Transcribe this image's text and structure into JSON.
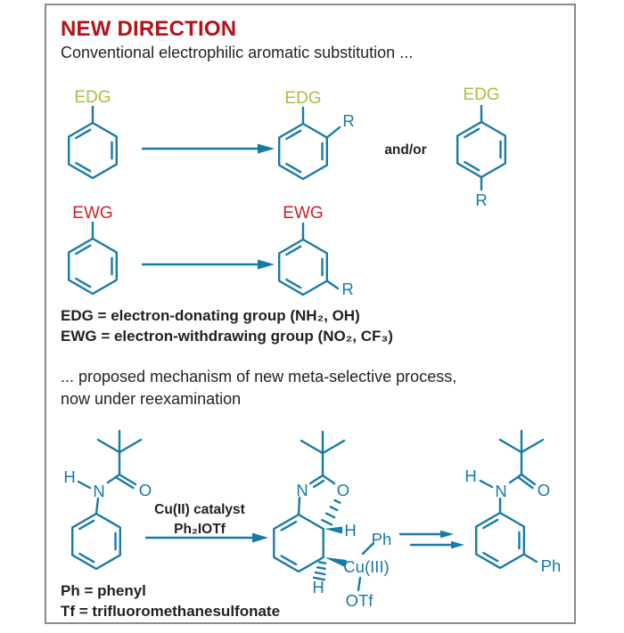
{
  "panel": {
    "title": "NEW DIRECTION",
    "subtitle": "Conventional electrophilic aromatic substitution ...",
    "colors": {
      "title": "#b5121b",
      "teal": "#177ba5",
      "green": "#a4c13f",
      "red": "#cb2128",
      "dark": "#231f20",
      "border": "#8a8a8a"
    }
  },
  "top_scheme": {
    "edg": {
      "label": "EDG",
      "r": "R",
      "connector": "and/or"
    },
    "ewg": {
      "label": "EWG",
      "r": "R"
    },
    "definitions": [
      "EDG = electron-donating group (NH₂, OH)",
      "EWG = electron-withdrawing group (NO₂, CF₃)"
    ]
  },
  "mechanism": {
    "intro": [
      "... proposed mechanism of new meta-selective process,",
      "now under reexamination"
    ],
    "conditions": [
      "Cu(II) catalyst",
      "Ph₂IOTf"
    ],
    "substrate": {
      "h": "H",
      "n": "N",
      "o": "O"
    },
    "intermediate": {
      "n": "N",
      "o": "O",
      "h_ring": "H",
      "h_axial": "H",
      "cu": "Cu(III)",
      "ph": "Ph",
      "otf": "OTf"
    },
    "product": {
      "h": "H",
      "n": "N",
      "o": "O",
      "ph": "Ph"
    },
    "definitions": [
      "Ph = phenyl",
      "Tf = trifluoromethanesulfonate"
    ]
  }
}
